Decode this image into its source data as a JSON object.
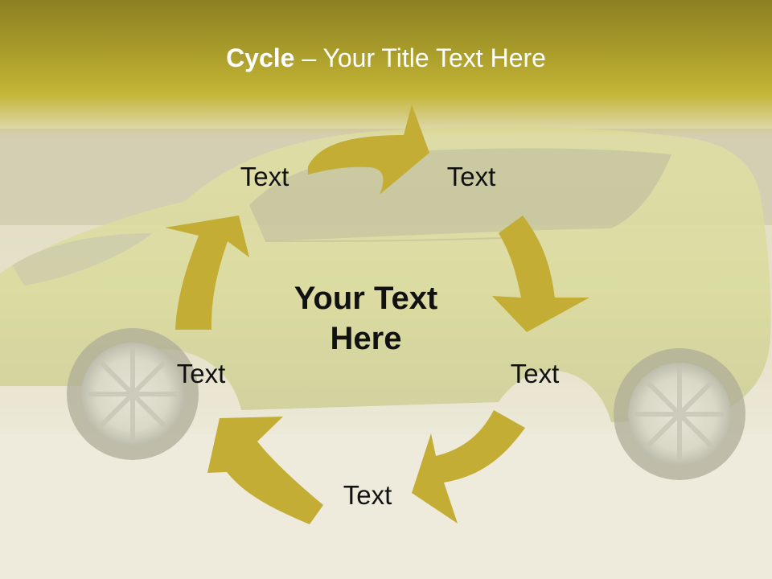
{
  "title": {
    "bold": "Cycle",
    "rest": " – Your Title Text Here"
  },
  "cycle": {
    "center": "Your Text Here",
    "nodes": [
      "Text",
      "Text",
      "Text",
      "Text",
      "Text"
    ]
  },
  "colors": {
    "arrow": "#c3ad35",
    "title_band": "#b3a52f",
    "title_text": "#ffffff",
    "body_text": "#111111"
  },
  "background": {
    "description": "car-photo"
  }
}
